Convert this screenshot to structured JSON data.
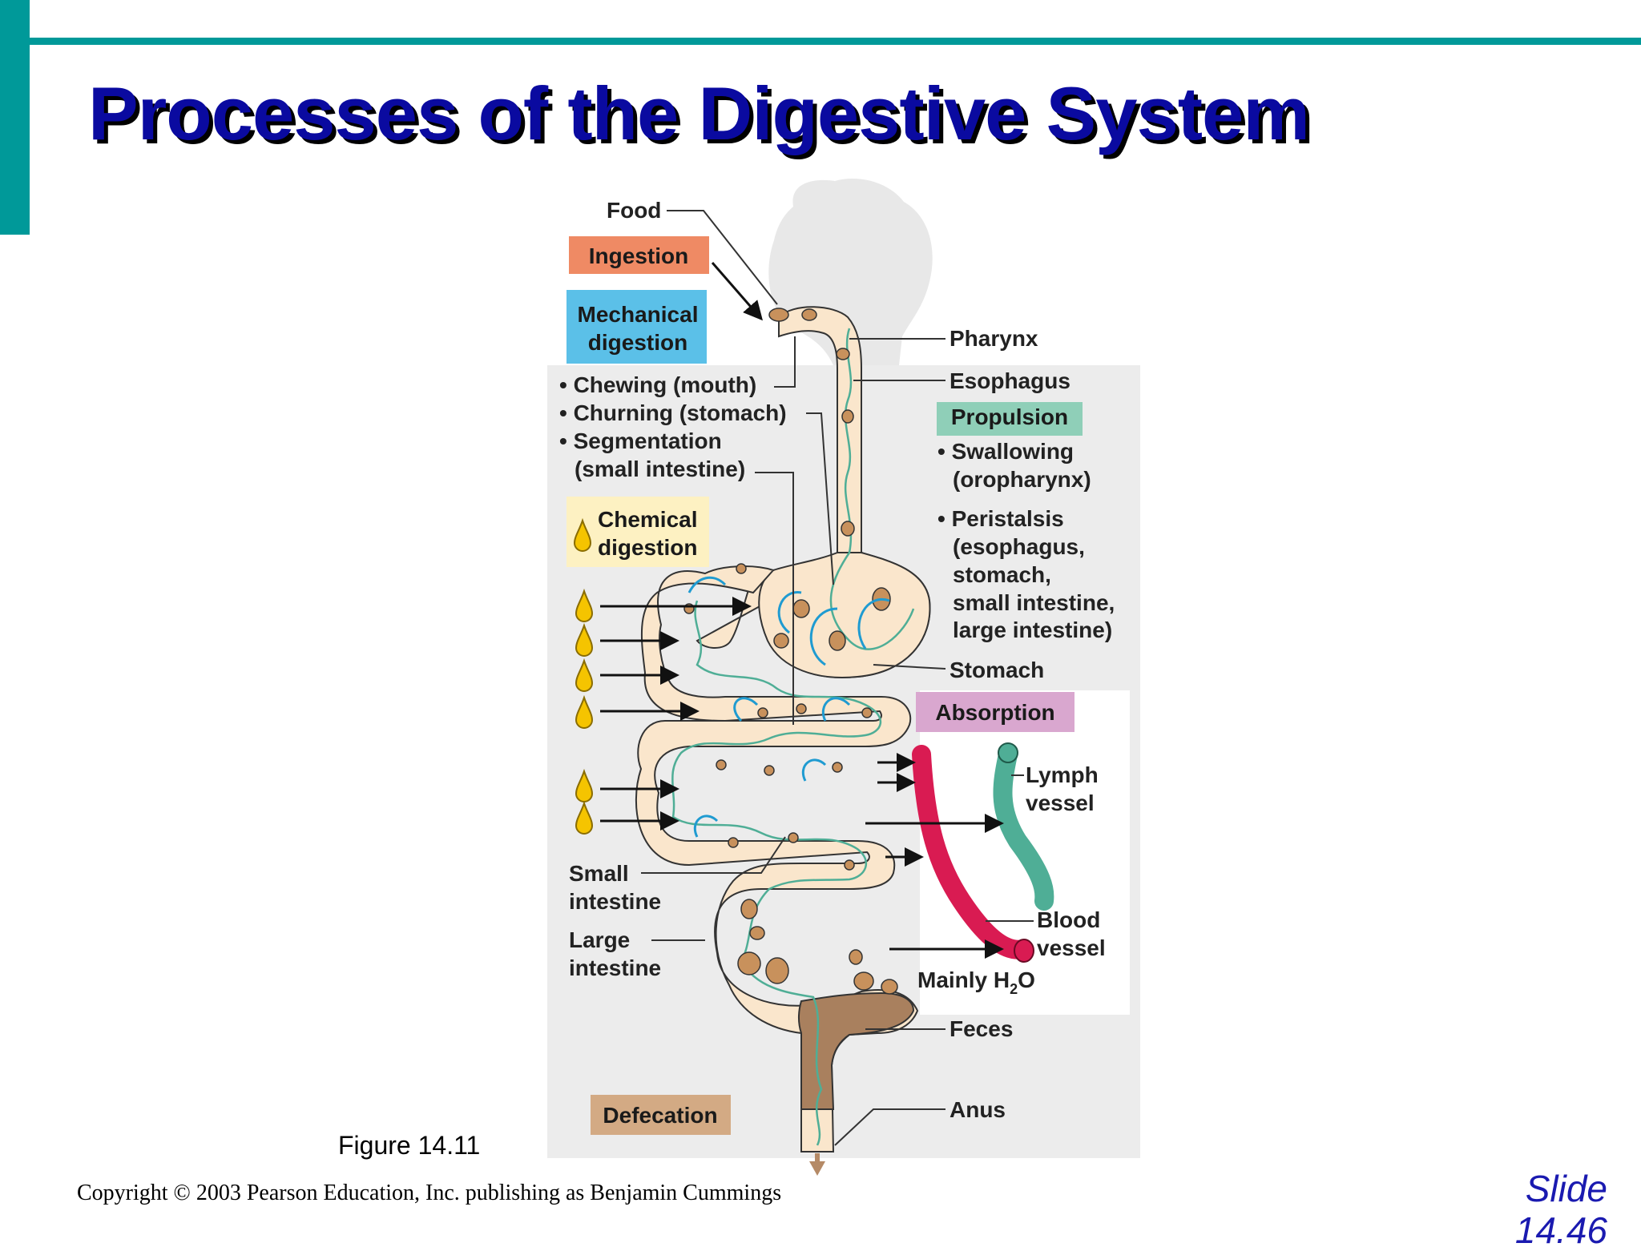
{
  "slide": {
    "title": "Processes of the Digestive System",
    "figure_caption": "Figure 14.11",
    "copyright": "Copyright © 2003 Pearson Education, Inc. publishing as Benjamin Cummings",
    "slide_label": "Slide",
    "slide_number": "14.46",
    "colors": {
      "accent": "#009999",
      "title": "#0a0aa0"
    }
  },
  "diagram": {
    "food": "Food",
    "ingestion": "Ingestion",
    "mechanical_1": "Mechanical",
    "mechanical_2": "digestion",
    "chewing": "• Chewing (mouth)",
    "churning": "• Churning (stomach)",
    "segmentation_1": "• Segmentation",
    "segmentation_2": "(small intestine)",
    "chemical_1": "Chemical",
    "chemical_2": "digestion",
    "pharynx": "Pharynx",
    "esophagus": "Esophagus",
    "propulsion": "Propulsion",
    "swallowing_1": "• Swallowing",
    "swallowing_2": "(oropharynx)",
    "peristalsis_1": "• Peristalsis",
    "peristalsis_2": "(esophagus,",
    "peristalsis_3": "stomach,",
    "peristalsis_4": "small intestine,",
    "peristalsis_5": "large intestine)",
    "stomach": "Stomach",
    "absorption": "Absorption",
    "lymph_1": "Lymph",
    "lymph_2": "vessel",
    "blood_1": "Blood",
    "blood_2": "vessel",
    "mainly": "Mainly H",
    "mainly_sub": "2",
    "mainly_end": "O",
    "small_1": "Small",
    "small_2": "intestine",
    "large_1": "Large",
    "large_2": "intestine",
    "feces": "Feces",
    "anus": "Anus",
    "defecation": "Defecation",
    "colors": {
      "ingestion": "#ef8a64",
      "mechanical": "#5bc0e8",
      "chemical": "#fdf1c2",
      "propulsion": "#8fcfb8",
      "absorption": "#d9a7cf",
      "defecation": "#d3aa84",
      "tract": "#fae6cc",
      "blood": "#d91b52",
      "lymph": "#4fae96"
    }
  }
}
